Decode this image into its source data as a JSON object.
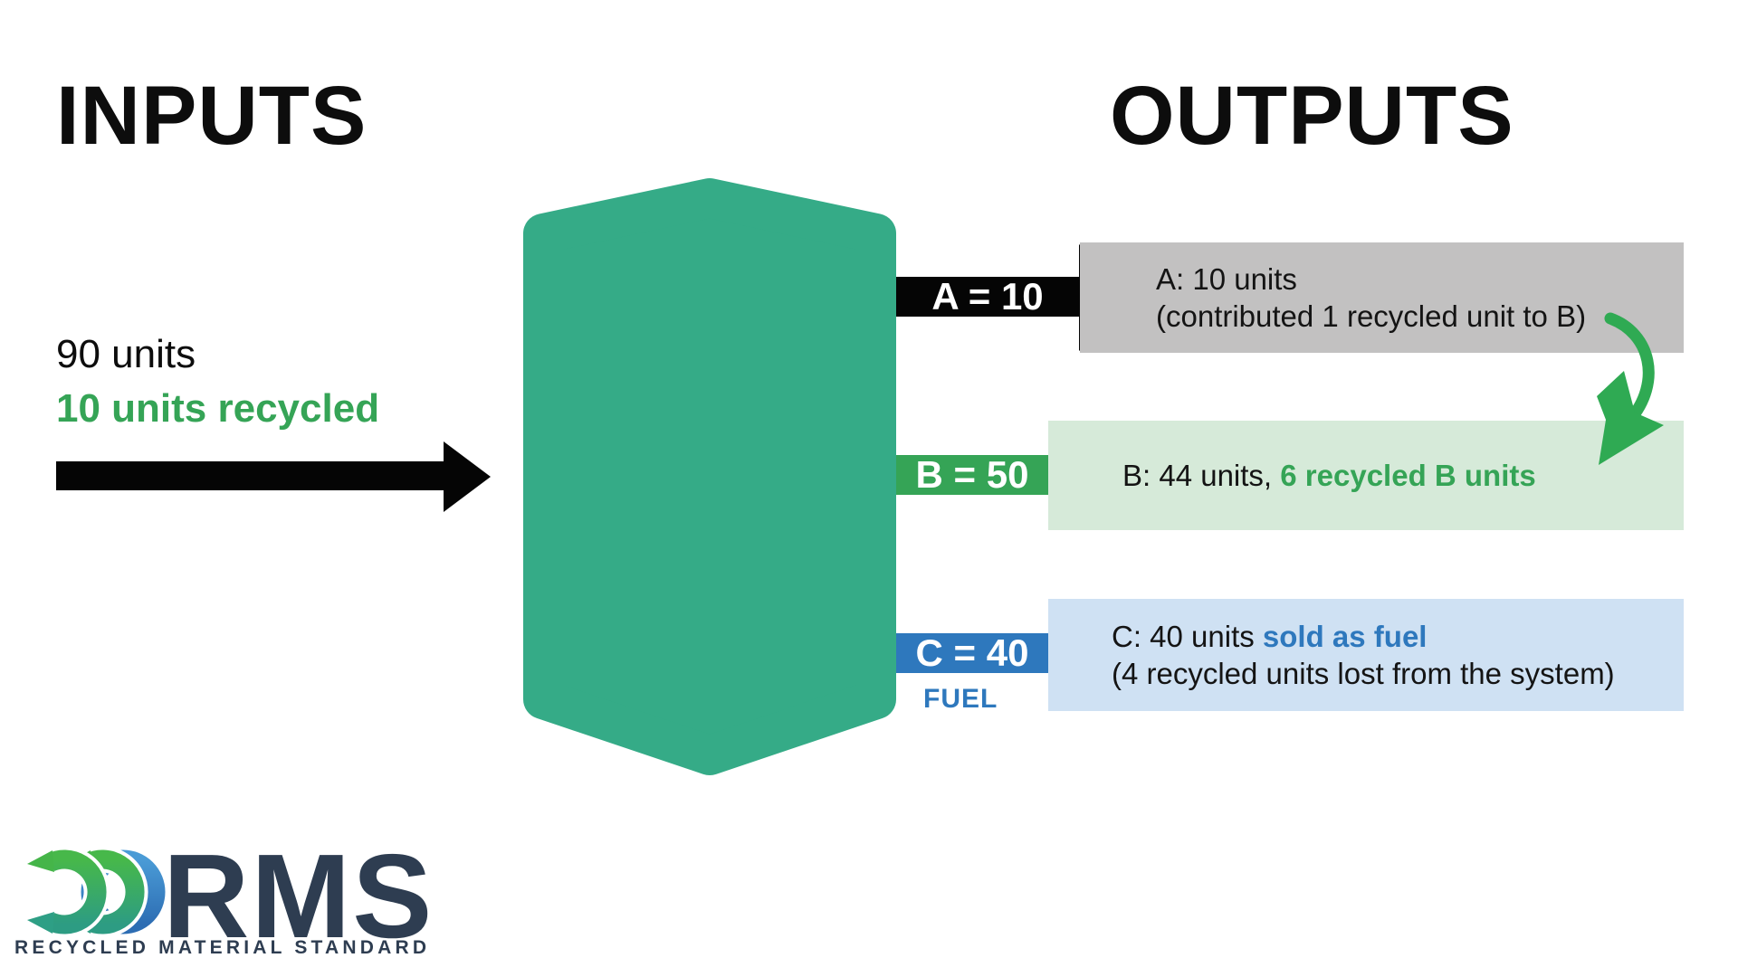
{
  "headings": {
    "inputs": "INPUTS",
    "outputs": "OUTPUTS"
  },
  "input_label": {
    "line1": "90 units",
    "line2": "10 units recycled"
  },
  "rows": {
    "a": {
      "arrow_label": "A = 10",
      "box_line1": "A: 10 units",
      "box_line2": "(contributed 1 recycled unit to B)"
    },
    "b": {
      "arrow_label": "B = 50",
      "box_line1_prefix": "B: 44 units, ",
      "box_line1_highlight": "6 recycled B units"
    },
    "c": {
      "arrow_label": "C = 40",
      "fuel_label": "FUEL",
      "box_line1_prefix": "C: 40 units ",
      "box_line1_highlight": "sold as fuel",
      "box_line2": "(4 recycled units lost from the system)"
    }
  },
  "logo": {
    "acronym": "RMS",
    "tagline": "RECYCLED MATERIAL STANDARD"
  },
  "colors": {
    "ink": "#0d0d0d",
    "arrow-black": "#050505",
    "teal": "#35ab87",
    "green": "#35a456",
    "curve-green": "#2faa53",
    "blue": "#2e78bd",
    "gray-box": "#c2c1c1",
    "green-box": "#d6ead9",
    "blue-box": "#cfe1f3",
    "navy": "#2e3d51"
  }
}
